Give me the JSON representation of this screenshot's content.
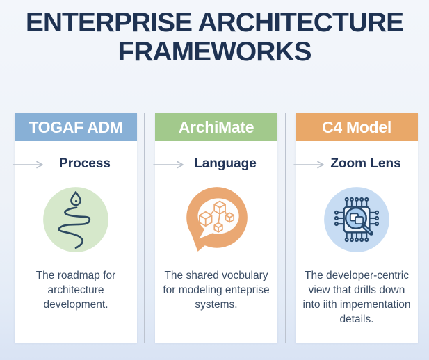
{
  "title": {
    "line1": "ENTERPRISE ARCHITECTURE",
    "line2": "FRAMEWORKS"
  },
  "colors": {
    "background_top": "#f3f6fb",
    "background_bottom": "#d9e3f4",
    "title_text": "#1e3252",
    "card_background": "#ffffff",
    "divider": "#bcc3cf",
    "arrow_gray": "#b9c1cc",
    "body_text": "#3b4d65",
    "tagline_text": "#223457"
  },
  "columns": [
    {
      "header": "TOGAF ADM",
      "header_color": "#88b0d6",
      "tagline": "Process",
      "icon": "winding-roadmap-icon",
      "icon_accent": "#d6e8cb",
      "description": "The roadmap for architecture development."
    },
    {
      "header": "ArchiMate",
      "header_color": "#a2c98c",
      "tagline": "Language",
      "icon": "speech-bubble-cubes-icon",
      "icon_accent": "#eaa873",
      "description": "The shared vocbulary for modeling enteprise systems."
    },
    {
      "header": "C4 Model",
      "header_color": "#e9a869",
      "tagline": "Zoom Lens",
      "icon": "chip-magnifier-icon",
      "icon_accent": "#c7dcf3",
      "description": "The developer-centric view that drills down into iith impementation details."
    }
  ]
}
